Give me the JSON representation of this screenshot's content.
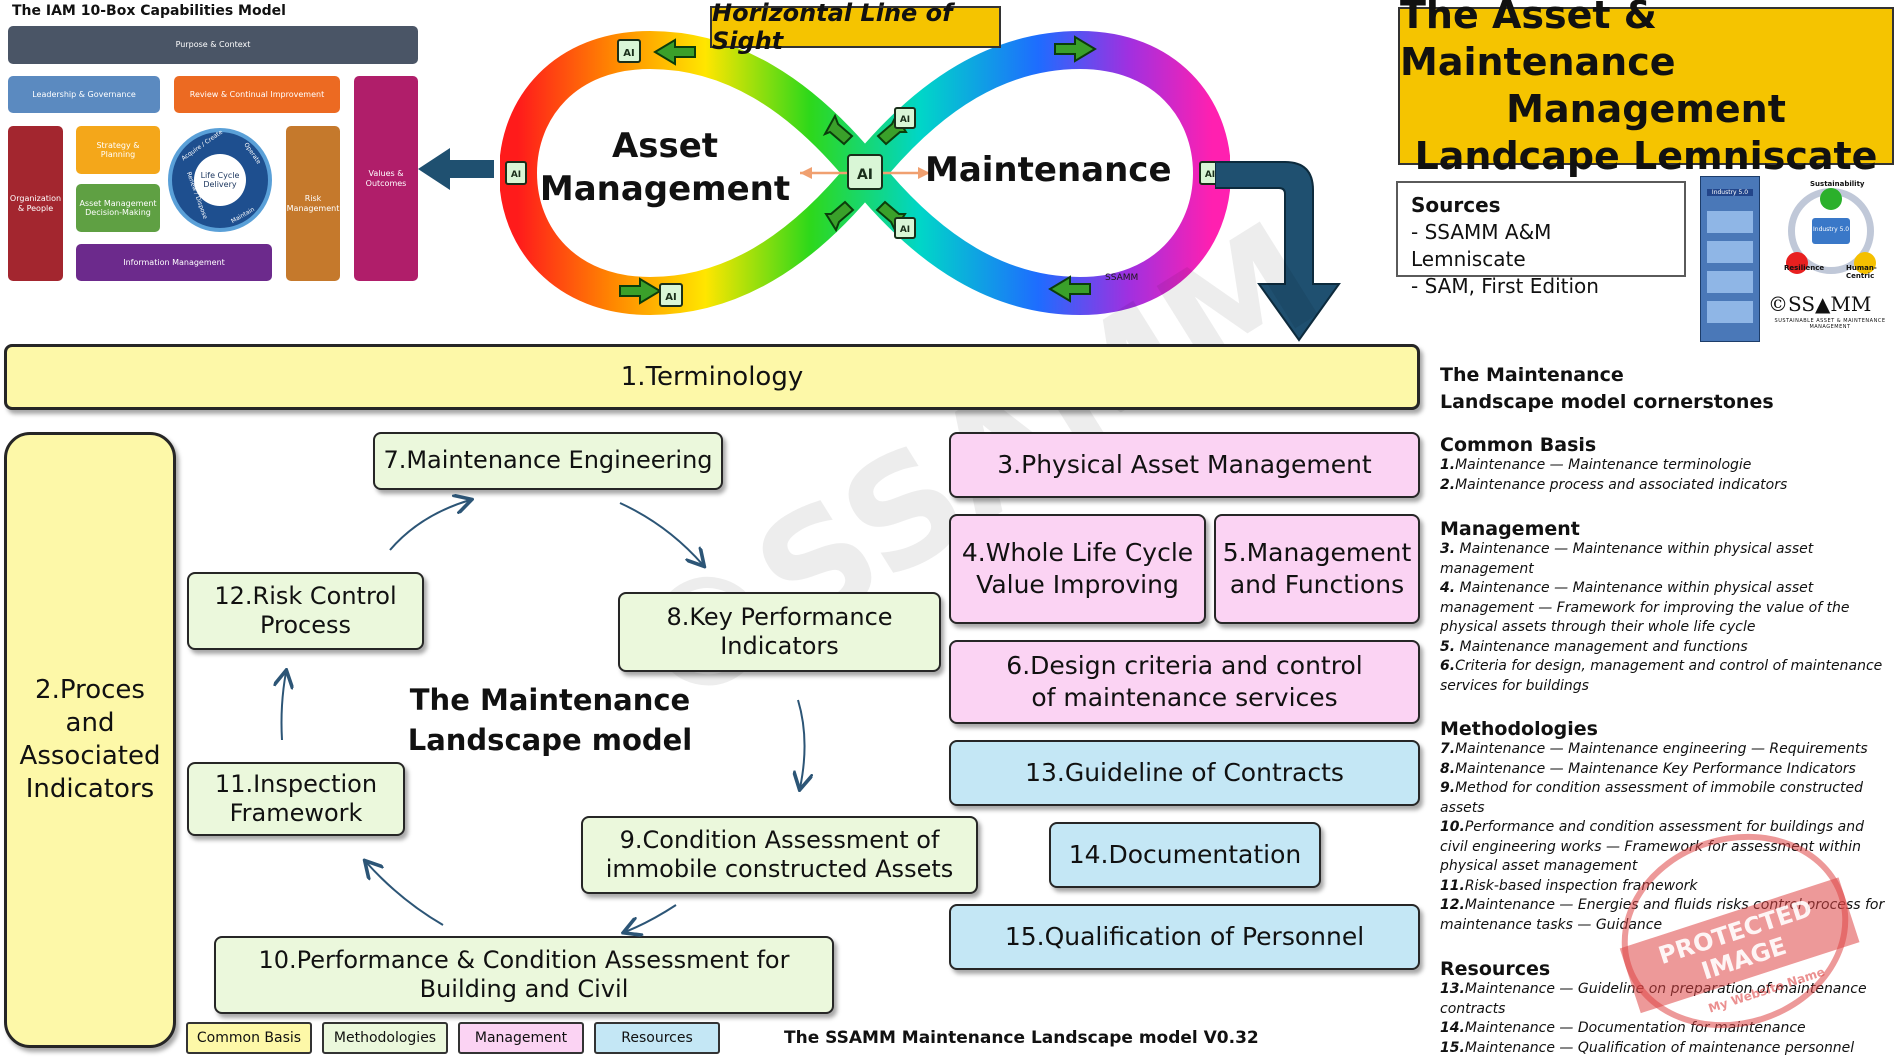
{
  "iam": {
    "title": "The IAM 10-Box Capabilities Model",
    "boxes": {
      "purpose": "Purpose & Context",
      "leadership": "Leadership & Governance",
      "review": "Review & Continual Improvement",
      "org": "Organization & People",
      "strategy": "Strategy & Planning",
      "amdm": "Asset Management Decision-Making",
      "lifecycle": "Life Cycle Delivery",
      "risk": "Risk Management",
      "values": "Values & Outcomes",
      "info": "Information Management"
    },
    "ring": [
      "Acquire / Create",
      "Operate",
      "Maintain",
      "Renew / Dispose"
    ]
  },
  "lemniscate": {
    "banner": "Horizontal Line of Sight",
    "left": "Asset Management",
    "right": "Maintenance",
    "chip": "AI",
    "brand": "SSAMM"
  },
  "title_box": {
    "line1": "The Asset & Maintenance",
    "line2": "Management",
    "line3": "Landcape Lemniscate"
  },
  "sources": {
    "heading": "Sources",
    "items": [
      "- SSAMM A&M Lemniscate",
      "- SAM, First Edition"
    ]
  },
  "thumbs": {
    "book": [
      "Industry 5.0"
    ],
    "venn": [
      "Sustainability",
      "Industry 5.0",
      "Resilience",
      "Human-Centric"
    ],
    "logo": "©SS▲MM",
    "logo_sub": "SUSTAINABLE ASSET & MAINTENANCE MANAGEMENT"
  },
  "model": {
    "b1": "1.Terminology",
    "b2": [
      "2.Proces",
      "and",
      "Associated",
      "Indicators"
    ],
    "b3": "3.Physical Asset Management",
    "b4": [
      "4.Whole Life Cycle",
      "Value Improving"
    ],
    "b5": [
      "5.Management",
      "and Functions"
    ],
    "b6": [
      "6.Design criteria and control",
      "of maintenance services"
    ],
    "b7": "7.Maintenance Engineering",
    "b8": [
      "8.Key Performance",
      "Indicators"
    ],
    "b9": [
      "9.Condition Assessment of",
      "immobile constructed Assets"
    ],
    "b10": [
      "10.Performance & Condition Assessment for",
      "Building and Civil"
    ],
    "b11": [
      "11.Inspection",
      "Framework"
    ],
    "b12": [
      "12.Risk Control",
      "Process"
    ],
    "b13": "13.Guideline of Contracts",
    "b14": "14.Documentation",
    "b15": "15.Qualification of Personnel",
    "center": [
      "The Maintenance",
      "Landscape model"
    ],
    "watermark": "©SSAMM",
    "version": "The SSAMM Maintenance Landscape model V0.32"
  },
  "legend": [
    "Common Basis",
    "Methodologies",
    "Management",
    "Resources"
  ],
  "right": {
    "cornerstones": [
      "The Maintenance",
      "Landscape model cornerstones"
    ],
    "common": {
      "heading": "Common Basis",
      "items": [
        {
          "n": "1.",
          "t": "Maintenance — Maintenance terminologie"
        },
        {
          "n": "2.",
          "t": "Maintenance process and associated indicators"
        }
      ]
    },
    "management": {
      "heading": "Management",
      "items": [
        {
          "n": "3.",
          "t": " Maintenance — Maintenance within physical asset management"
        },
        {
          "n": "4.",
          "t": " Maintenance — Maintenance within physical asset management — Framework for improving the value of the physical assets through their whole life cycle"
        },
        {
          "n": "5.",
          "t": " Maintenance management and functions"
        },
        {
          "n": "6.",
          "t": "Criteria for design, management and control of maintenance services for buildings"
        }
      ]
    },
    "methodologies": {
      "heading": "Methodologies",
      "items": [
        {
          "n": "7.",
          "t": "Maintenance — Maintenance engineering — Requirements"
        },
        {
          "n": "8.",
          "t": "Maintenance — Maintenance Key Performance Indicators"
        },
        {
          "n": "9.",
          "t": "Method for condition assessment of immobile constructed assets"
        },
        {
          "n": "10.",
          "t": "Performance and condition assessment for buildings and civil engineering works — Framework for assessment within physical asset management"
        },
        {
          "n": "11.",
          "t": "Risk-based inspection framework"
        },
        {
          "n": "12.",
          "t": "Maintenance — Energies and fluids risks control process for maintenance tasks — Guidance"
        }
      ]
    },
    "resources": {
      "heading": "Resources",
      "items": [
        {
          "n": "13.",
          "t": "Maintenance — Guideline on preparation of maintenance contracts"
        },
        {
          "n": "14.",
          "t": "Maintenance — Documentation for maintenance"
        },
        {
          "n": "15.",
          "t": "Maintenance — Qualification of maintenance personnel"
        }
      ]
    }
  },
  "stamp": {
    "main": "PROTECTED IMAGE",
    "ring": "My Website Name"
  },
  "colors": {
    "yellow": "#fdf8a8",
    "green": "#ebf8dc",
    "pink": "#fbd3f3",
    "blue": "#c4e7f5",
    "gold": "#f5c400",
    "arrow": "#1f5070"
  }
}
